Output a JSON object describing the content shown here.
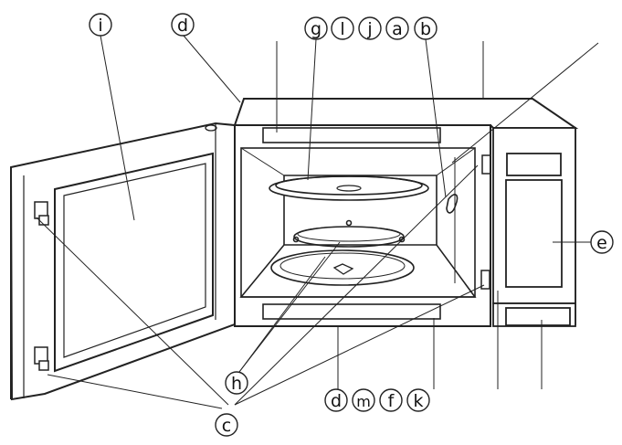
{
  "diagram": {
    "callouts": [
      {
        "id": "i",
        "text": "i"
      },
      {
        "id": "d_top",
        "text": "d"
      },
      {
        "id": "g",
        "text": "g"
      },
      {
        "id": "l",
        "text": "l"
      },
      {
        "id": "j",
        "text": "j"
      },
      {
        "id": "a",
        "text": "a"
      },
      {
        "id": "b",
        "text": "b"
      },
      {
        "id": "e",
        "text": "e"
      },
      {
        "id": "h",
        "text": "h"
      },
      {
        "id": "d_bottom",
        "text": "d"
      },
      {
        "id": "m",
        "text": "m"
      },
      {
        "id": "f",
        "text": "f"
      },
      {
        "id": "k",
        "text": "k"
      },
      {
        "id": "c",
        "text": "c"
      }
    ]
  },
  "colors": {
    "ink": "#222222",
    "panel_shade": "#f2f2f2"
  }
}
